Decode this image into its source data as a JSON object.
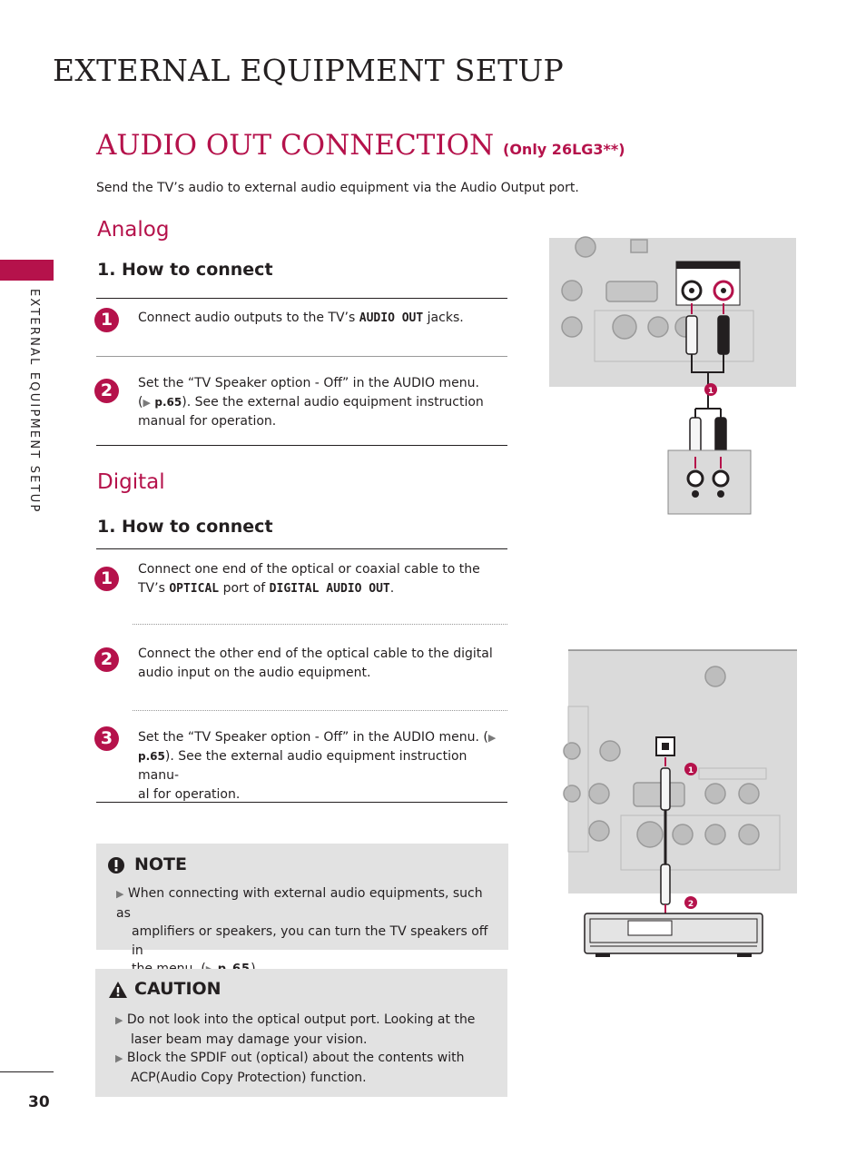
{
  "page_title": "EXTERNAL EQUIPMENT SETUP",
  "section": {
    "title": "AUDIO OUT CONNECTION",
    "subtitle": "(Only 26LG3**)",
    "intro": "Send the TV’s audio to external audio equipment via the Audio Output port."
  },
  "side_label": "EXTERNAL EQUIPMENT SETUP",
  "page_number": "30",
  "analog": {
    "heading": "Analog",
    "how_to": "1. How to connect",
    "steps": [
      {
        "num": "1",
        "pre": "Connect audio outputs to the TV’s ",
        "kw": "AUDIO OUT",
        "post": " jacks."
      },
      {
        "num": "2",
        "line1": "Set the “TV Speaker option - Off” in the AUDIO menu.",
        "ref_open": "(",
        "ref": "p.65",
        "line2": "). See the external audio equipment instruction",
        "line3": "manual for operation."
      }
    ]
  },
  "digital": {
    "heading": "Digital",
    "how_to": "1. How to connect",
    "steps": [
      {
        "num": "1",
        "line1": "Connect one end of the optical or coaxial cable to the",
        "pre": "TV’s ",
        "kw1": "OPTICAL",
        "mid": " port of ",
        "kw2": "DIGITAL AUDIO OUT",
        "post": "."
      },
      {
        "num": "2",
        "line1": "Connect the other end of the optical cable to the digital",
        "line2": "audio input on the audio equipment."
      },
      {
        "num": "3",
        "line1": "Set the “TV Speaker option - Off” in the AUDIO menu. (",
        "ref": "p.65",
        "line2": "). See the external audio equipment instruction manu-",
        "line3": "al for operation."
      }
    ]
  },
  "note": {
    "heading": "NOTE",
    "line1": "When connecting with external audio equipments, such as",
    "line2": "amplifiers or speakers, you can turn the TV speakers off in",
    "line3_pre": "the menu.  (",
    "ref": "p.65",
    "line3_post": ")"
  },
  "caution": {
    "heading": "CAUTION",
    "items": [
      {
        "line1": "Do not look into the optical output port. Looking at the",
        "line2": "laser beam may damage your vision."
      },
      {
        "line1": "Block the SPDIF out (optical) about the contents with",
        "line2": "ACP(Audio Copy Protection) function."
      }
    ]
  },
  "diagram": {
    "analog_marker": "1",
    "digital_marker_1": "1",
    "digital_marker_2": "2",
    "accent_color": "#b5124b"
  }
}
